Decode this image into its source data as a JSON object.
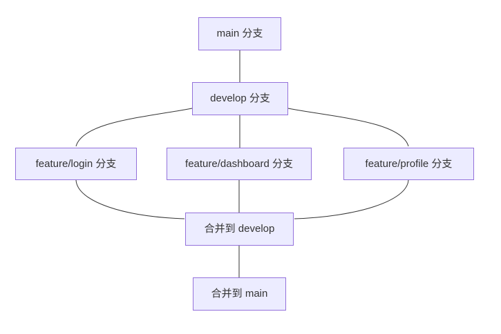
{
  "diagram": {
    "type": "flowchart",
    "direction": "top-down",
    "nodes": {
      "main": {
        "label": "main 分支"
      },
      "develop": {
        "label": "develop 分支"
      },
      "feature_login": {
        "label": "feature/login 分支"
      },
      "feature_dashboard": {
        "label": "feature/dashboard 分支"
      },
      "feature_profile": {
        "label": "feature/profile 分支"
      },
      "merge_develop": {
        "label": "合并到 develop"
      },
      "merge_main": {
        "label": "合并到 main"
      }
    },
    "edges": [
      {
        "from": "main",
        "to": "develop"
      },
      {
        "from": "develop",
        "to": "feature_login"
      },
      {
        "from": "develop",
        "to": "feature_dashboard"
      },
      {
        "from": "develop",
        "to": "feature_profile"
      },
      {
        "from": "feature_login",
        "to": "merge_develop"
      },
      {
        "from": "feature_dashboard",
        "to": "merge_develop"
      },
      {
        "from": "feature_profile",
        "to": "merge_develop"
      },
      {
        "from": "merge_develop",
        "to": "merge_main"
      }
    ],
    "colors": {
      "node_fill": "#ECECFF",
      "node_border": "#9370DB",
      "edge_stroke": "#333333",
      "text": "#333333",
      "background": "#ffffff"
    }
  }
}
